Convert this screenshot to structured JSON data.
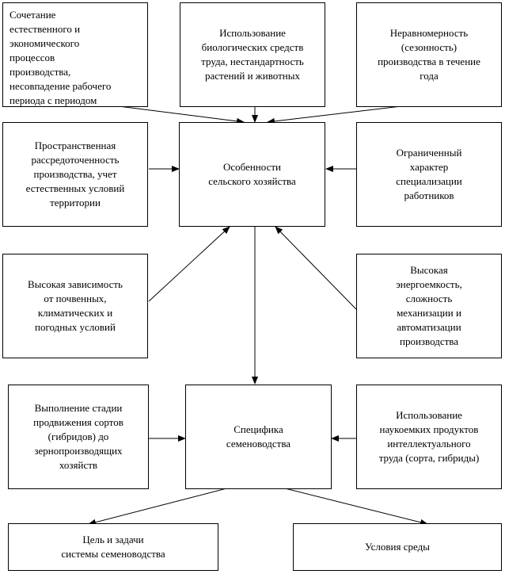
{
  "nodes": {
    "combination": "Сочетание\nестественного и\nэкономического\nпроцессов\nпроизводства,\nнесовпадение рабочего\nпериода с периодом",
    "biological": "Использование\nбиологических средств\nтруда, нестандартность\nрастений и животных",
    "seasonality": "Неравномерность\n(сезонность)\nпроизводства в течение\nгода",
    "spatial": "Пространственная\nрассредоточенность\nпроизводства, учет\nестественных условий\nтерритории",
    "features": "Особенности\nсельского хозяйства",
    "specialization": "Ограниченный\nхарактер\nспециализации\nработников",
    "dependence": "Высокая зависимость\nот почвенных,\nклиматических и\nпогодных условий",
    "energy": "Высокая\nэнергоемкость,\nсложность\nмеханизации и\nавтоматизации\nпроизводства",
    "promotion": "Выполнение стадии\nпродвижения сортов\n(гибридов) до\nзернопроизводящих\nхозяйств",
    "seed_specifics": "Специфика\nсеменоводства",
    "science": "Использование\nнаукоемких продуктов\nинтеллектуального\nтруда (сорта, гибриды)",
    "goals": "Цель и задачи\nсистемы семеноводства",
    "environment": "Условия среды"
  }
}
